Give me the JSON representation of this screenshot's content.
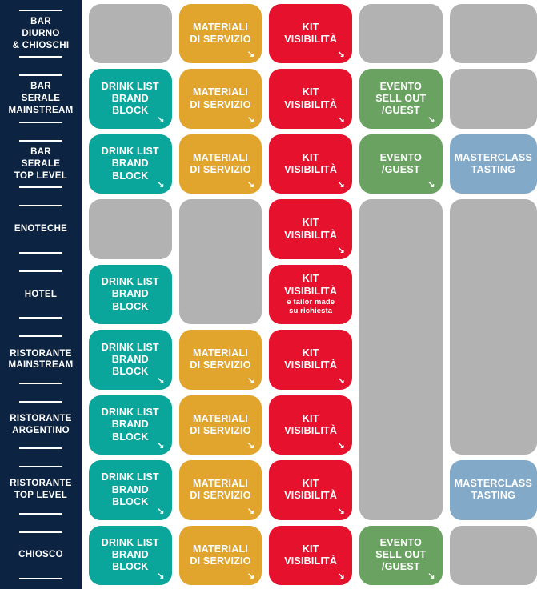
{
  "palette": {
    "background": "#FFFFFF",
    "sidebar": "#0D2342",
    "gray": "#B2B2B3",
    "teal": "#0AA69B",
    "yellow": "#E1A42C",
    "red": "#E6112D",
    "green": "#6AA361",
    "blue": "#83A9C8",
    "text": "#FFFFFF"
  },
  "icons": {
    "link_arrow": "↘"
  },
  "sidebar": {
    "rows": [
      {
        "id": "bar-diurno-chioschi",
        "lines": [
          "BAR",
          "DIURNO",
          "& CHIOSCHI"
        ]
      },
      {
        "id": "bar-serale-mainstream",
        "lines": [
          "BAR",
          "SERALE",
          "MAINSTREAM"
        ]
      },
      {
        "id": "bar-serale-top-level",
        "lines": [
          "BAR",
          "SERALE",
          "TOP LEVEL"
        ]
      },
      {
        "id": "enoteche",
        "lines": [
          "ENOTECHE"
        ]
      },
      {
        "id": "hotel",
        "lines": [
          "HOTEL"
        ]
      },
      {
        "id": "ristorante-mainstream",
        "lines": [
          "RISTORANTE",
          "MAINSTREAM"
        ]
      },
      {
        "id": "ristorante-argentino",
        "lines": [
          "RISTORANTE",
          "ARGENTINO"
        ]
      },
      {
        "id": "ristorante-top-level",
        "lines": [
          "RISTORANTE",
          "TOP LEVEL"
        ]
      },
      {
        "id": "chiosco",
        "lines": [
          "CHIOSCO"
        ]
      }
    ]
  },
  "matrix": {
    "columns": 5,
    "rows": 9,
    "cells": [
      {
        "row": 1,
        "col": 1,
        "type": "gray"
      },
      {
        "row": 1,
        "col": 2,
        "type": "yellow",
        "name": "materiali-di-servizio",
        "lines": [
          "MATERIALI",
          "DI SERVIZIO"
        ],
        "arrow": true
      },
      {
        "row": 1,
        "col": 3,
        "type": "red",
        "name": "kit-visibilita",
        "lines": [
          "KIT",
          "VISIBILITÀ"
        ],
        "arrow": true
      },
      {
        "row": 1,
        "col": 4,
        "type": "gray"
      },
      {
        "row": 1,
        "col": 5,
        "type": "gray"
      },
      {
        "row": 2,
        "col": 1,
        "type": "teal",
        "name": "drink-list-brand-block",
        "lines": [
          "DRINK LIST",
          "BRAND BLOCK"
        ],
        "arrow": true
      },
      {
        "row": 2,
        "col": 2,
        "type": "yellow",
        "name": "materiali-di-servizio",
        "lines": [
          "MATERIALI",
          "DI SERVIZIO"
        ],
        "arrow": true
      },
      {
        "row": 2,
        "col": 3,
        "type": "red",
        "name": "kit-visibilita",
        "lines": [
          "KIT",
          "VISIBILITÀ"
        ],
        "arrow": true
      },
      {
        "row": 2,
        "col": 4,
        "type": "green",
        "name": "evento-sell-out-guest",
        "lines": [
          "EVENTO",
          "SELL OUT",
          "/GUEST"
        ],
        "arrow": true
      },
      {
        "row": 2,
        "col": 5,
        "type": "gray"
      },
      {
        "row": 3,
        "col": 1,
        "type": "teal",
        "name": "drink-list-brand-block",
        "lines": [
          "DRINK LIST",
          "BRAND BLOCK"
        ],
        "arrow": true
      },
      {
        "row": 3,
        "col": 2,
        "type": "yellow",
        "name": "materiali-di-servizio",
        "lines": [
          "MATERIALI",
          "DI SERVIZIO"
        ],
        "arrow": true
      },
      {
        "row": 3,
        "col": 3,
        "type": "red",
        "name": "kit-visibilita",
        "lines": [
          "KIT",
          "VISIBILITÀ"
        ],
        "arrow": true
      },
      {
        "row": 3,
        "col": 4,
        "type": "green",
        "name": "evento-guest",
        "lines": [
          "EVENTO",
          "/GUEST"
        ],
        "arrow": true
      },
      {
        "row": 3,
        "col": 5,
        "type": "blue",
        "name": "masterclass-tasting",
        "lines": [
          "MASTERCLASS",
          "TASTING"
        ]
      },
      {
        "row": 4,
        "col": 1,
        "type": "gray"
      },
      {
        "row": 4,
        "col": 2,
        "type": "gray",
        "span": 2
      },
      {
        "row": 4,
        "col": 3,
        "type": "red",
        "name": "kit-visibilita",
        "lines": [
          "KIT",
          "VISIBILITÀ"
        ],
        "arrow": true
      },
      {
        "row": 4,
        "col": 4,
        "type": "gray",
        "span": 5
      },
      {
        "row": 4,
        "col": 5,
        "type": "gray",
        "span": 4
      },
      {
        "row": 5,
        "col": 1,
        "type": "teal",
        "name": "drink-list-brand-block",
        "lines": [
          "DRINK LIST",
          "BRAND BLOCK"
        ]
      },
      {
        "row": 5,
        "col": 3,
        "type": "red",
        "name": "kit-visibilita-tailor-made",
        "lines": [
          "KIT",
          "VISIBILITÀ"
        ],
        "sub": [
          "e tailor made",
          "su richiesta"
        ]
      },
      {
        "row": 6,
        "col": 1,
        "type": "teal",
        "name": "drink-list-brand-block",
        "lines": [
          "DRINK LIST",
          "BRAND BLOCK"
        ],
        "arrow": true
      },
      {
        "row": 6,
        "col": 2,
        "type": "yellow",
        "name": "materiali-di-servizio",
        "lines": [
          "MATERIALI",
          "DI SERVIZIO"
        ],
        "arrow": true
      },
      {
        "row": 6,
        "col": 3,
        "type": "red",
        "name": "kit-visibilita",
        "lines": [
          "KIT",
          "VISIBILITÀ"
        ],
        "arrow": true
      },
      {
        "row": 7,
        "col": 1,
        "type": "teal",
        "name": "drink-list-brand-block",
        "lines": [
          "DRINK LIST",
          "BRAND BLOCK"
        ],
        "arrow": true
      },
      {
        "row": 7,
        "col": 2,
        "type": "yellow",
        "name": "materiali-di-servizio",
        "lines": [
          "MATERIALI",
          "DI SERVIZIO"
        ],
        "arrow": true
      },
      {
        "row": 7,
        "col": 3,
        "type": "red",
        "name": "kit-visibilita",
        "lines": [
          "KIT",
          "VISIBILITÀ"
        ],
        "arrow": true
      },
      {
        "row": 8,
        "col": 1,
        "type": "teal",
        "name": "drink-list-brand-block",
        "lines": [
          "DRINK LIST",
          "BRAND BLOCK"
        ],
        "arrow": true
      },
      {
        "row": 8,
        "col": 2,
        "type": "yellow",
        "name": "materiali-di-servizio",
        "lines": [
          "MATERIALI",
          "DI SERVIZIO"
        ],
        "arrow": true
      },
      {
        "row": 8,
        "col": 3,
        "type": "red",
        "name": "kit-visibilita",
        "lines": [
          "KIT",
          "VISIBILITÀ"
        ],
        "arrow": true
      },
      {
        "row": 8,
        "col": 5,
        "type": "blue",
        "name": "masterclass-tasting",
        "lines": [
          "MASTERCLASS",
          "TASTING"
        ]
      },
      {
        "row": 9,
        "col": 1,
        "type": "teal",
        "name": "drink-list-brand-block",
        "lines": [
          "DRINK LIST",
          "BRAND BLOCK"
        ],
        "arrow": true
      },
      {
        "row": 9,
        "col": 2,
        "type": "yellow",
        "name": "materiali-di-servizio",
        "lines": [
          "MATERIALI",
          "DI SERVIZIO"
        ],
        "arrow": true
      },
      {
        "row": 9,
        "col": 3,
        "type": "red",
        "name": "kit-visibilita",
        "lines": [
          "KIT",
          "VISIBILITÀ"
        ],
        "arrow": true
      },
      {
        "row": 9,
        "col": 4,
        "type": "green",
        "name": "evento-sell-out-guest",
        "lines": [
          "EVENTO",
          "SELL OUT",
          "/GUEST"
        ],
        "arrow": true
      },
      {
        "row": 9,
        "col": 5,
        "type": "gray"
      }
    ]
  }
}
